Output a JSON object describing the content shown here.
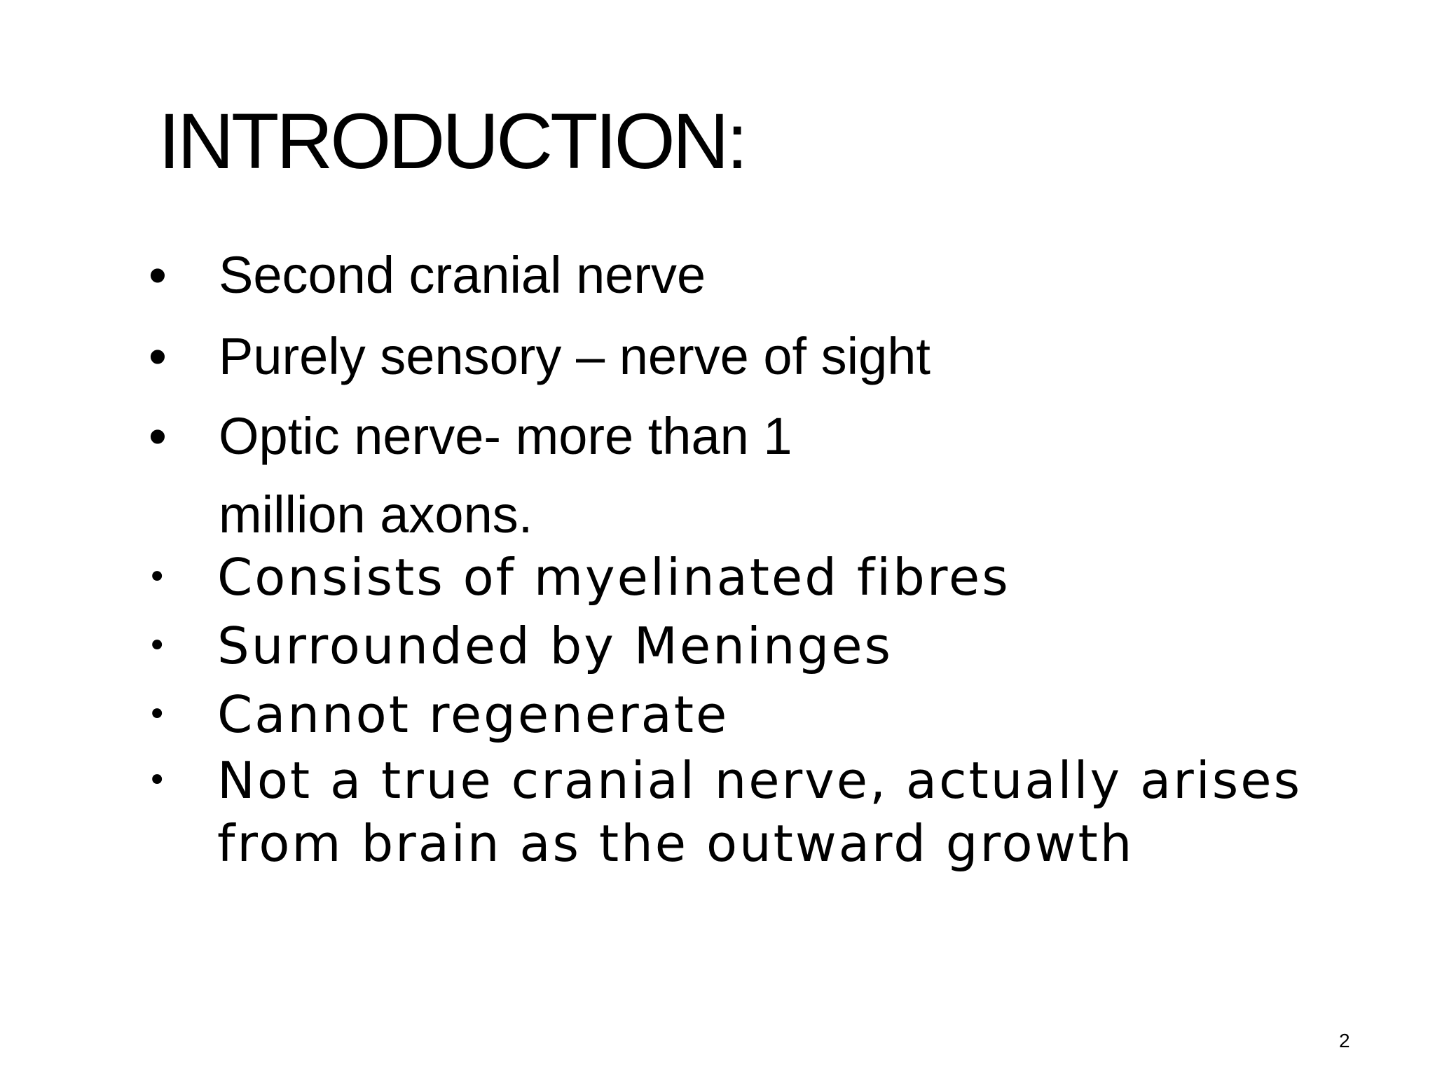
{
  "slide": {
    "title": "INTRODUCTION:",
    "bullets_primary": [
      "Second cranial nerve",
      "Purely sensory – nerve of sight",
      "Optic nerve- more than 1 million axons."
    ],
    "bullets_secondary": [
      "Consists of myelinated fibres",
      "Surrounded by Meninges",
      "Cannot regenerate",
      "Not a true cranial nerve, actually arises from brain as the outward growth"
    ],
    "bullet_symbol": "•",
    "page_number": "2"
  }
}
